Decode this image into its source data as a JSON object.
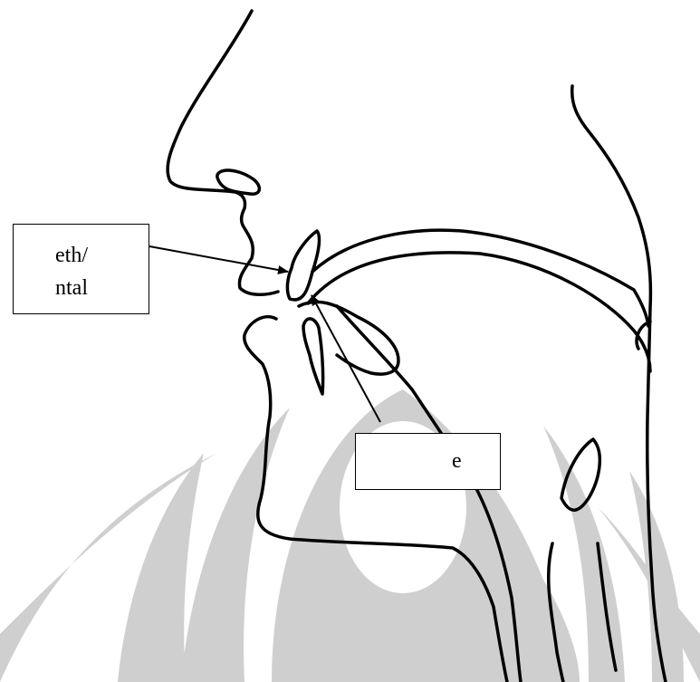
{
  "figure": {
    "line_color": "#000000",
    "watermark_color": "#cfcfcf",
    "labels": [
      {
        "lines": [
          "eth/",
          "ntal"
        ]
      },
      {
        "lines": [
          "e"
        ]
      }
    ]
  }
}
